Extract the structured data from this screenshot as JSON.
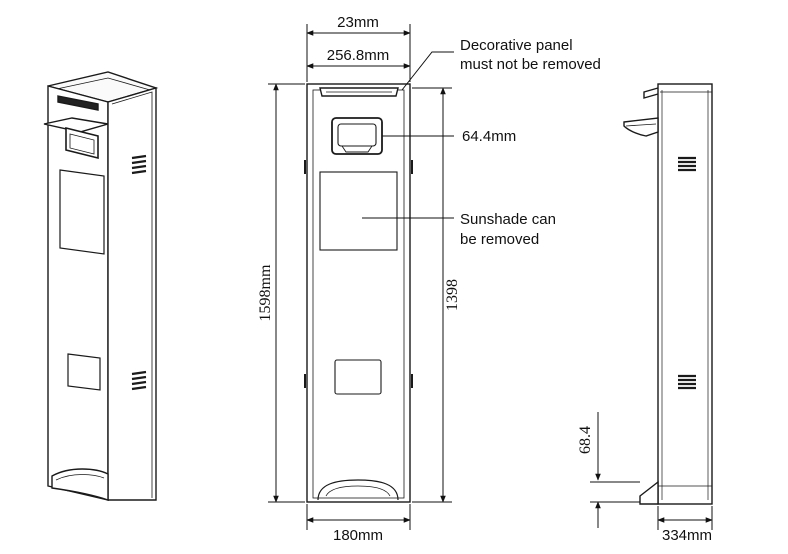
{
  "dimensions": {
    "top_outer": "23mm",
    "top_inner": "256.8mm",
    "height_total": "1598mm",
    "height_inner": "1398",
    "width_bottom": "180mm",
    "side_depth": "334mm",
    "base_height": "68.4",
    "scanner_offset": "64.4mm"
  },
  "annotations": {
    "decorative_panel_line1": "Decorative panel",
    "decorative_panel_line2": "must not be removed",
    "sunshade_line1": "Sunshade can",
    "sunshade_line2": "be removed"
  },
  "views": [
    "perspective-view",
    "front-view",
    "side-view"
  ],
  "colors": {
    "line": "#1a1a1a",
    "background": "#ffffff"
  }
}
